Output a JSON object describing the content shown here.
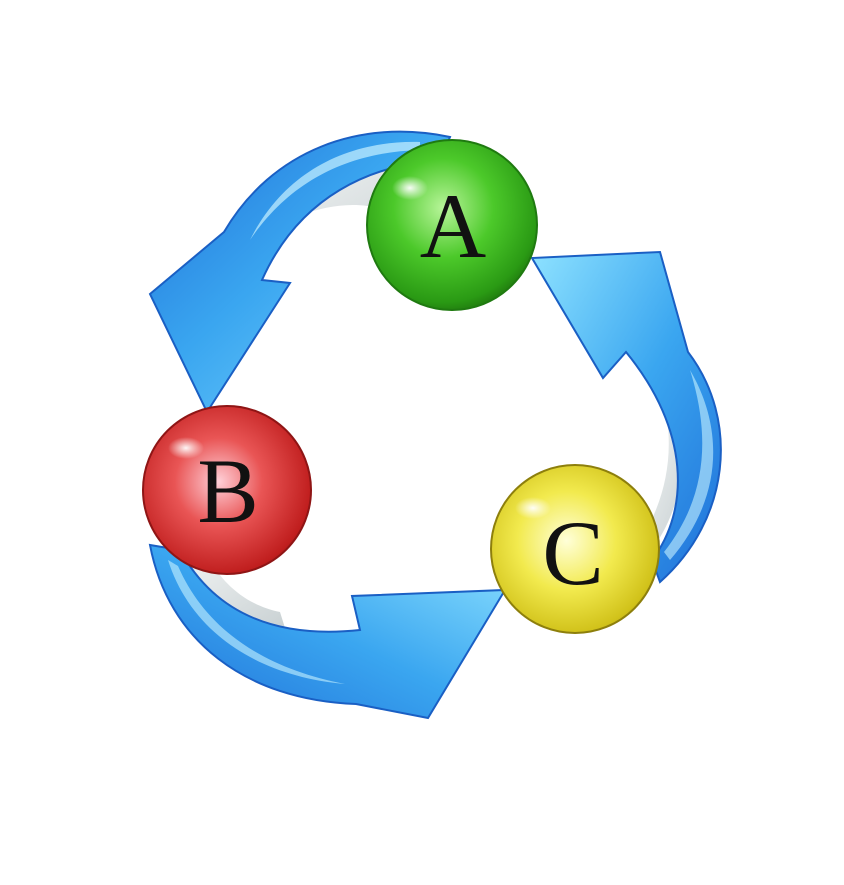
{
  "diagram": {
    "nodes": [
      {
        "id": "A",
        "label": "A",
        "color": "#4cc92a"
      },
      {
        "id": "B",
        "label": "B",
        "color": "#e13b3b"
      },
      {
        "id": "C",
        "label": "C",
        "color": "#ece34a"
      }
    ],
    "edges": [
      {
        "from": "A",
        "to": "B"
      },
      {
        "from": "B",
        "to": "C"
      },
      {
        "from": "C",
        "to": "A"
      }
    ],
    "arrow_color": "#2f9be6"
  }
}
